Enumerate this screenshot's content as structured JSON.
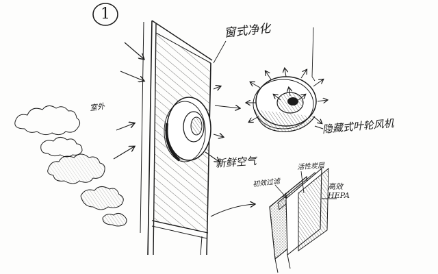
{
  "diagram": {
    "number": "1",
    "title": "窗式净化",
    "outdoor": "室外",
    "fan_type": "隐藏式叶轮风机",
    "fresh_air": "新鲜空气",
    "filter_layer_1": "活性炭层",
    "filter_layer_2": "初效过滤",
    "filter_layer_3": "高效HEPA"
  },
  "colors": {
    "ink": "#1b1b1b",
    "paper": "#fdfdfc"
  },
  "icons": {
    "fan": "fan-icon",
    "cloud": "cloud-icon",
    "arrow": "arrow-icon",
    "filter": "filter-icon"
  }
}
